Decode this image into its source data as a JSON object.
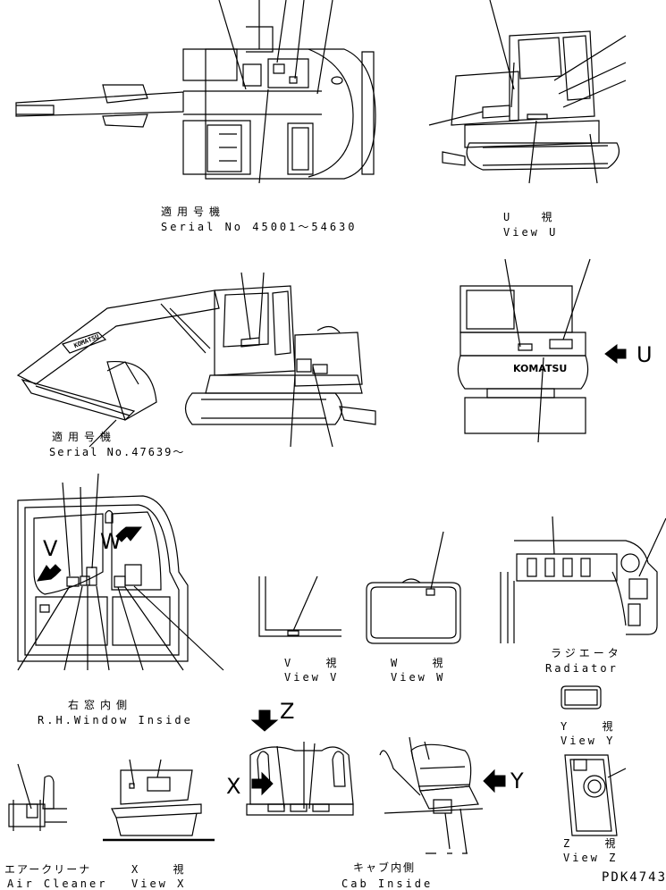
{
  "views": {
    "top": {
      "serial_jp": "適用号機",
      "serial": "Serial No 45001～54630"
    },
    "u": {
      "jp": "U 視",
      "en": "View U"
    },
    "side": {
      "serial_jp": "適用号機",
      "serial": "Serial No.47639～",
      "boom_text": "KOMATSU"
    },
    "rear": {
      "brand": "KOMATSU",
      "arrow": "U"
    },
    "window": {
      "jp": "右窓内側",
      "en": "R.H.Window Inside",
      "v": "V",
      "w": "W"
    },
    "v": {
      "jp": "V 視",
      "en": "View V"
    },
    "wv": {
      "jp": "W 視",
      "en": "View W"
    },
    "radiator": {
      "jp": "ラジエータ",
      "en": "Radiator"
    },
    "y": {
      "jp": "Y 視",
      "en": "View Y"
    },
    "z": {
      "jp": "Z 視",
      "en": "View Z"
    },
    "air": {
      "jp": "エアークリーナ",
      "en": "Air Cleaner"
    },
    "x": {
      "jp": "X 視",
      "en": "View X"
    },
    "cab": {
      "jp": "キャブ内側",
      "en": "Cab Inside",
      "z": "Z",
      "x": "X",
      "y": "Y"
    },
    "code": "PDK4743"
  }
}
